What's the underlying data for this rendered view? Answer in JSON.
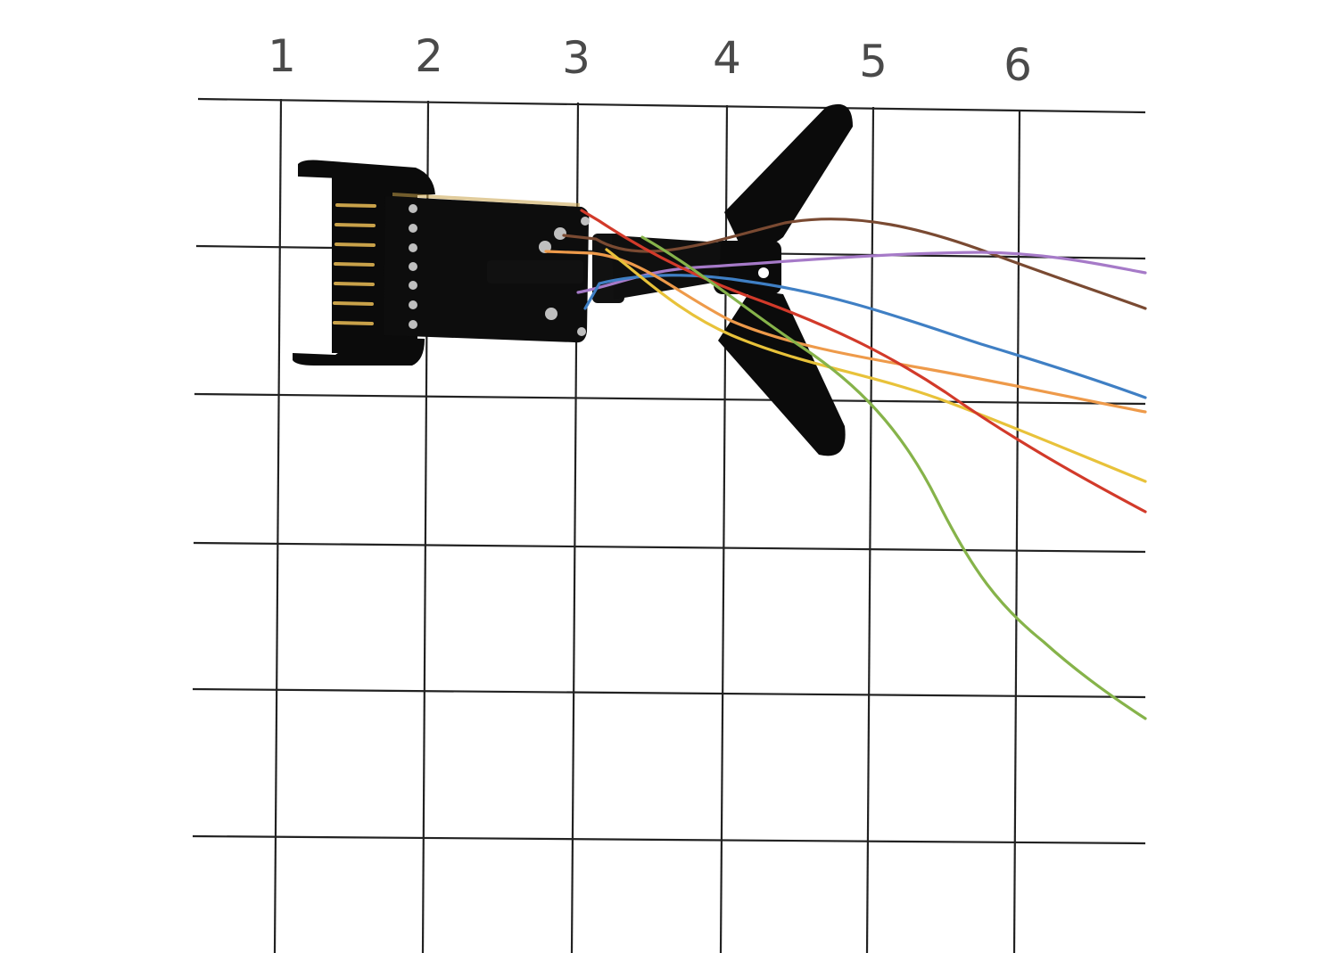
{
  "grid": {
    "column_labels": [
      "1",
      "2",
      "3",
      "4",
      "5",
      "6"
    ],
    "line_color": "#222222",
    "background": "#ffffff"
  },
  "connector": {
    "body_color": "#0b0b0b",
    "pin_color": "#c9a24a",
    "pin_count": 7
  },
  "wires": [
    {
      "name": "brown",
      "color": "#7a4a32"
    },
    {
      "name": "purple",
      "color": "#a67ac8"
    },
    {
      "name": "blue",
      "color": "#3f7fc4"
    },
    {
      "name": "orange",
      "color": "#ee9a4a"
    },
    {
      "name": "yellow",
      "color": "#e8c23a"
    },
    {
      "name": "red",
      "color": "#d23a2a"
    },
    {
      "name": "green",
      "color": "#86b34a"
    }
  ]
}
